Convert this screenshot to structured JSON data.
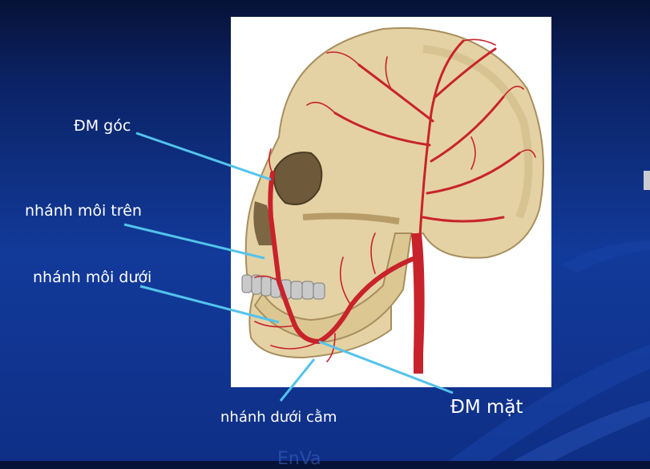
{
  "labels": {
    "angular_artery": "ĐM góc",
    "superior_labial_branch": "nhánh môi trên",
    "inferior_labial_branch": "nhánh môi dưới",
    "submental_branch": "nhánh dưới cằm",
    "facial_artery": "ĐM mặt"
  },
  "footer": "EnVa",
  "colors": {
    "background": "#0b2366",
    "leader_line": "#53c3ec",
    "artery": "#c8232b",
    "bone": "#e4d2a4",
    "label_text": "#ffffff"
  }
}
